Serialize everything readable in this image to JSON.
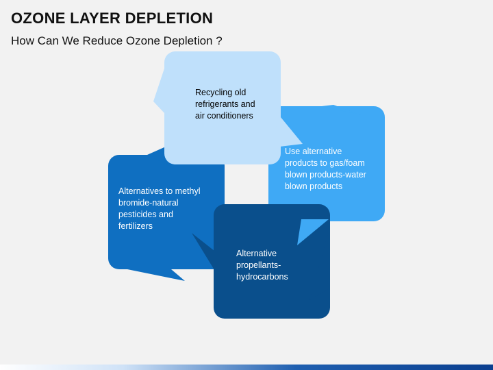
{
  "header": {
    "title": "OZONE LAYER DEPLETION",
    "subtitle": "How Can We Reduce Ozone Depletion ?"
  },
  "colors": {
    "background": "#f2f2f2",
    "light": "#bfe0fb",
    "medium": "#3fa9f5",
    "blue": "#0f6fc1",
    "dark": "#0a4f8c"
  },
  "bubbles": [
    {
      "lines": [
        "Recycling old",
        "refrigerants and",
        "air conditioners"
      ],
      "tone": "light",
      "text_color": "#111111"
    },
    {
      "lines": [
        "Use alternative",
        "products to gas/foam",
        "blown products-water",
        "blown products"
      ],
      "tone": "medium",
      "text_color": "#ffffff"
    },
    {
      "lines": [
        "Alternative",
        "propellants-",
        "hydrocarbons"
      ],
      "tone": "dark",
      "text_color": "#ffffff"
    },
    {
      "lines": [
        "Alternatives to methyl",
        "bromide-natural",
        "pesticides and",
        "fertilizers"
      ],
      "tone": "blue",
      "text_color": "#ffffff"
    }
  ]
}
